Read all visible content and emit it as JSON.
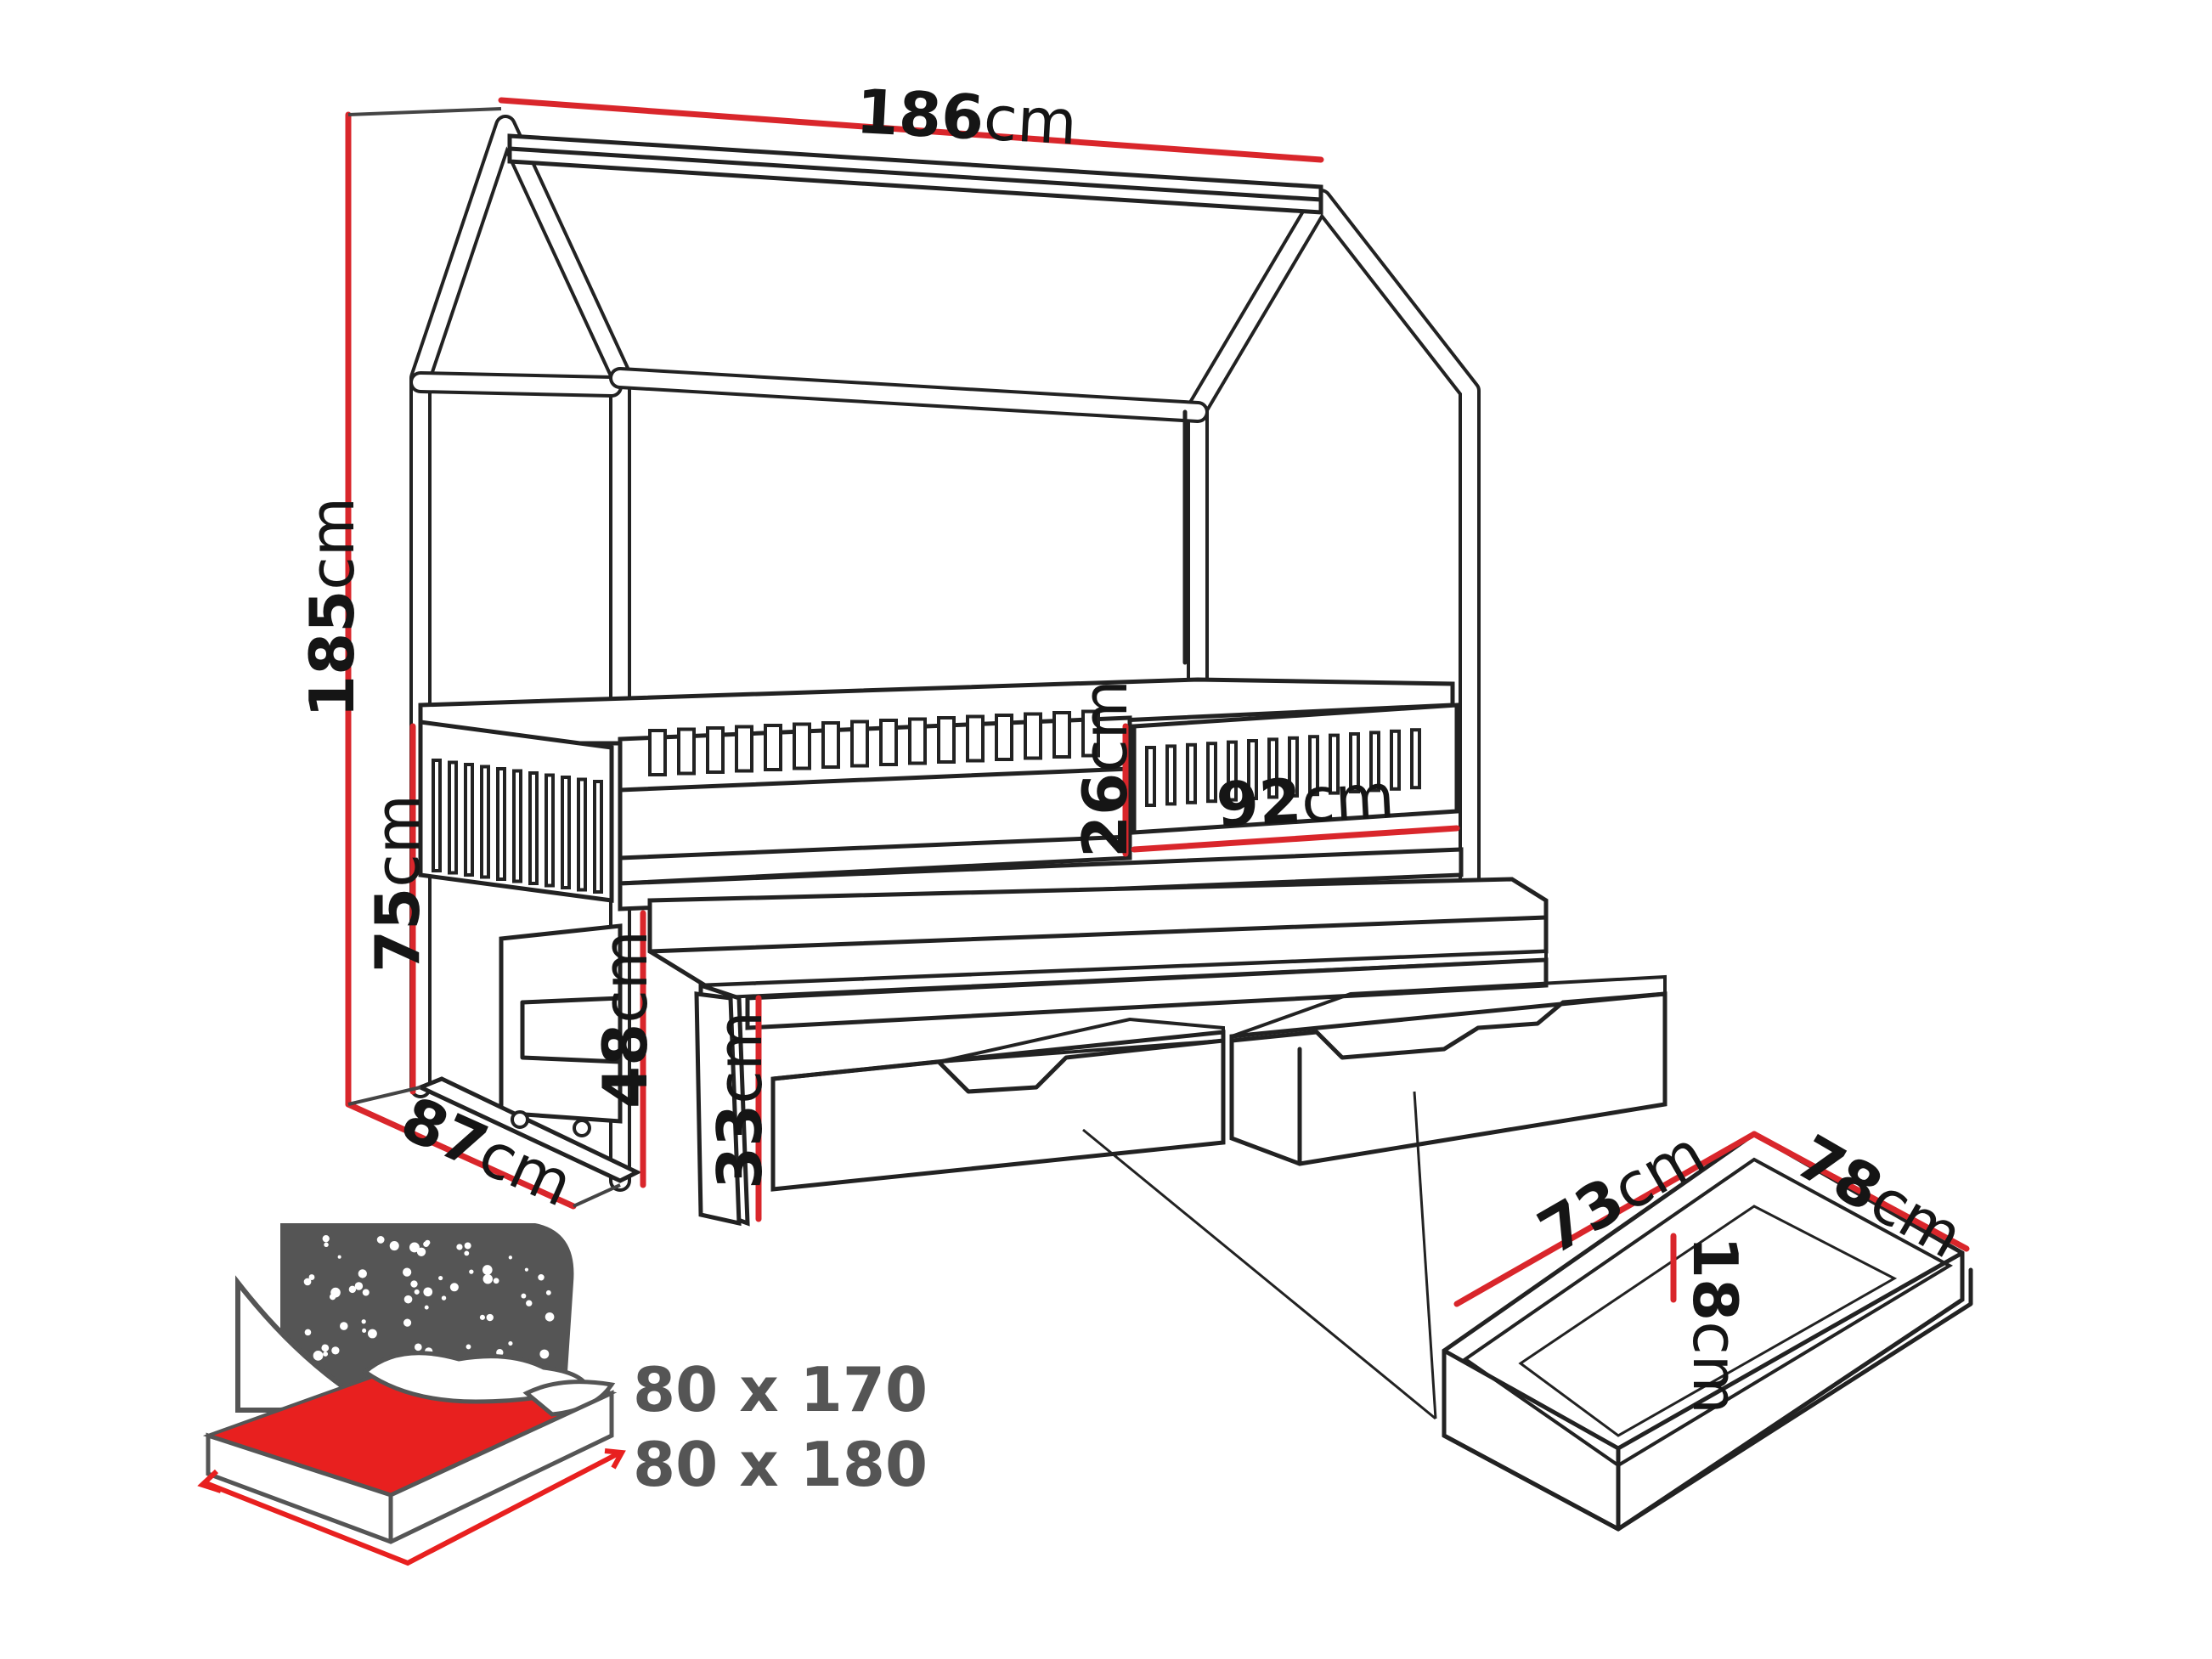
{
  "dimensions": {
    "width": {
      "value": "186",
      "unit": "cm"
    },
    "height": {
      "value": "185",
      "unit": "cm"
    },
    "side_height": {
      "value": "75",
      "unit": "cm"
    },
    "depth": {
      "value": "87",
      "unit": "cm"
    },
    "post_height": {
      "value": "48",
      "unit": "cm"
    },
    "trundle_height": {
      "value": "33",
      "unit": "cm"
    },
    "rail_height": {
      "value": "26",
      "unit": "cm"
    },
    "rail_length": {
      "value": "92",
      "unit": "cm"
    },
    "drawer_width": {
      "value": "73",
      "unit": "cm"
    },
    "drawer_length": {
      "value": "78",
      "unit": "cm"
    },
    "drawer_depth": {
      "value": "18",
      "unit": "cm"
    }
  },
  "mattress_sizes": [
    "80 x 170",
    "80 x 180"
  ],
  "colors": {
    "accent": "#d9262b",
    "line": "#222222",
    "mattress": "#e8201f",
    "headboard": "#555555"
  },
  "icons": [
    "mattress-icon",
    "starry-headboard-icon"
  ]
}
